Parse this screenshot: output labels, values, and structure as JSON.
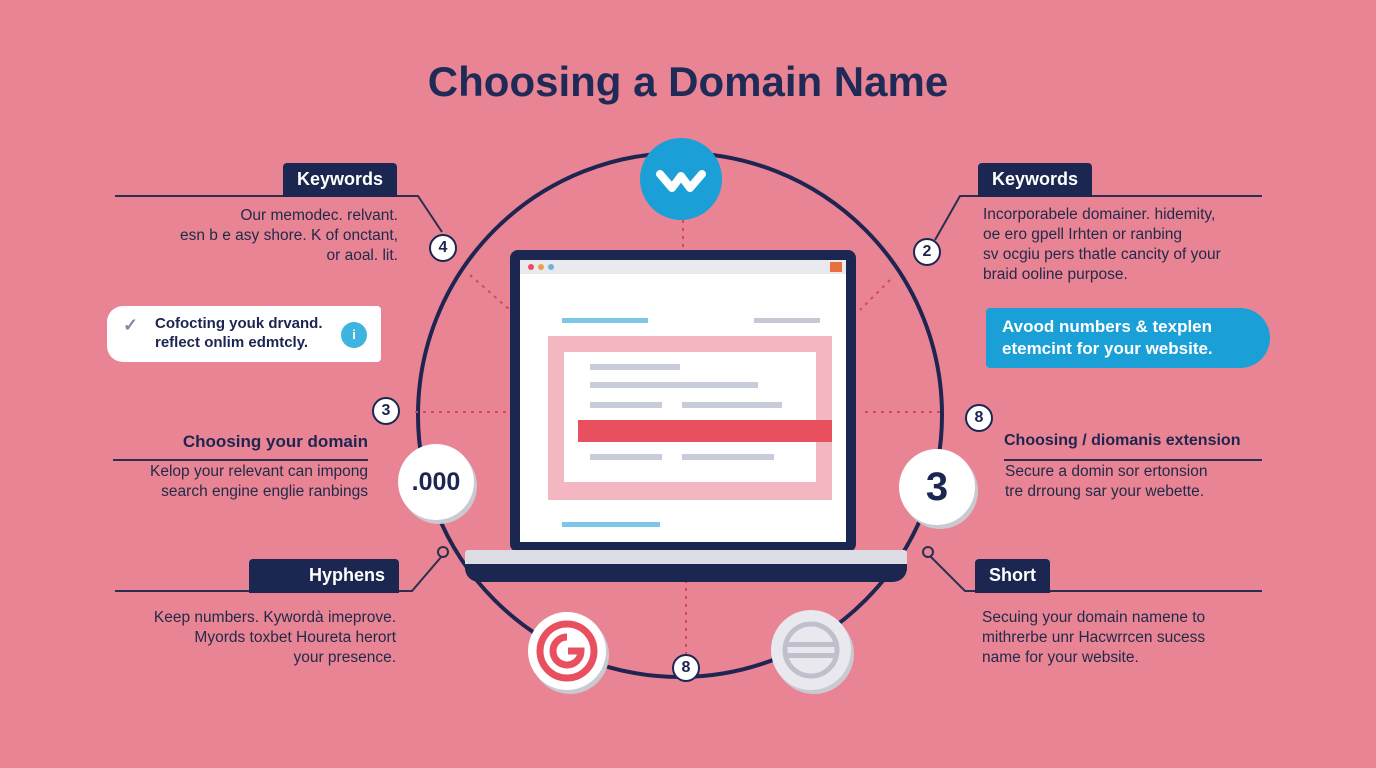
{
  "title": "Choosing a Domain Name",
  "colors": {
    "background": "#e98494",
    "navy": "#1b2750",
    "accent_blue": "#1a9fd6",
    "accent_red": "#e8505f"
  },
  "left": {
    "keywords": {
      "tag": "Keywords",
      "badge": "4",
      "text": [
        "Our memodec. relvant.",
        "esn b e asy shore. K of onctant,",
        "or aoal. lit."
      ]
    },
    "callout": {
      "line1": "Cofocting youk drvand.",
      "line2": "reflect onlim edmtcly.",
      "icon": "check-icon",
      "badge_icon": "info-icon"
    },
    "domain": {
      "heading": "Choosing your domain",
      "badge": "3",
      "text": [
        "Kelop your relevant can impong",
        "search engine englie ranbings"
      ],
      "circle_label": ".000"
    },
    "hyphens": {
      "tag": "Hyphens",
      "text": [
        "Keep numbers. Kywordà imeprove.",
        "Myords toxbet Houreta herort",
        "your presence."
      ]
    }
  },
  "right": {
    "keywords": {
      "tag": "Keywords",
      "badge": "2",
      "text": [
        "Incorporabele domainer. hidemity,",
        "oe ero gpell Irhten or ranbing",
        "sv ocgiu pers thatle cancity of your",
        "braid ooline purpose."
      ]
    },
    "callout": {
      "line1": "Avood numbers & texplen",
      "line2": "etemcint for your website."
    },
    "extension": {
      "heading": "Choosing / diomanis extension",
      "badge": "8",
      "text": [
        "Secure a domin sor ertonsion",
        "tre drroung sar your webette."
      ],
      "circle_label": "3"
    },
    "short": {
      "tag": "Short",
      "text": [
        "Secuing your domain namene to",
        "mithrerbe unr Hacwrrcen sucess",
        "name for your website."
      ]
    }
  },
  "bottom": {
    "badge": "8",
    "left_icon": "google-g-icon",
    "right_icon": "equals-icon"
  },
  "top_icon": "w-logo-icon"
}
